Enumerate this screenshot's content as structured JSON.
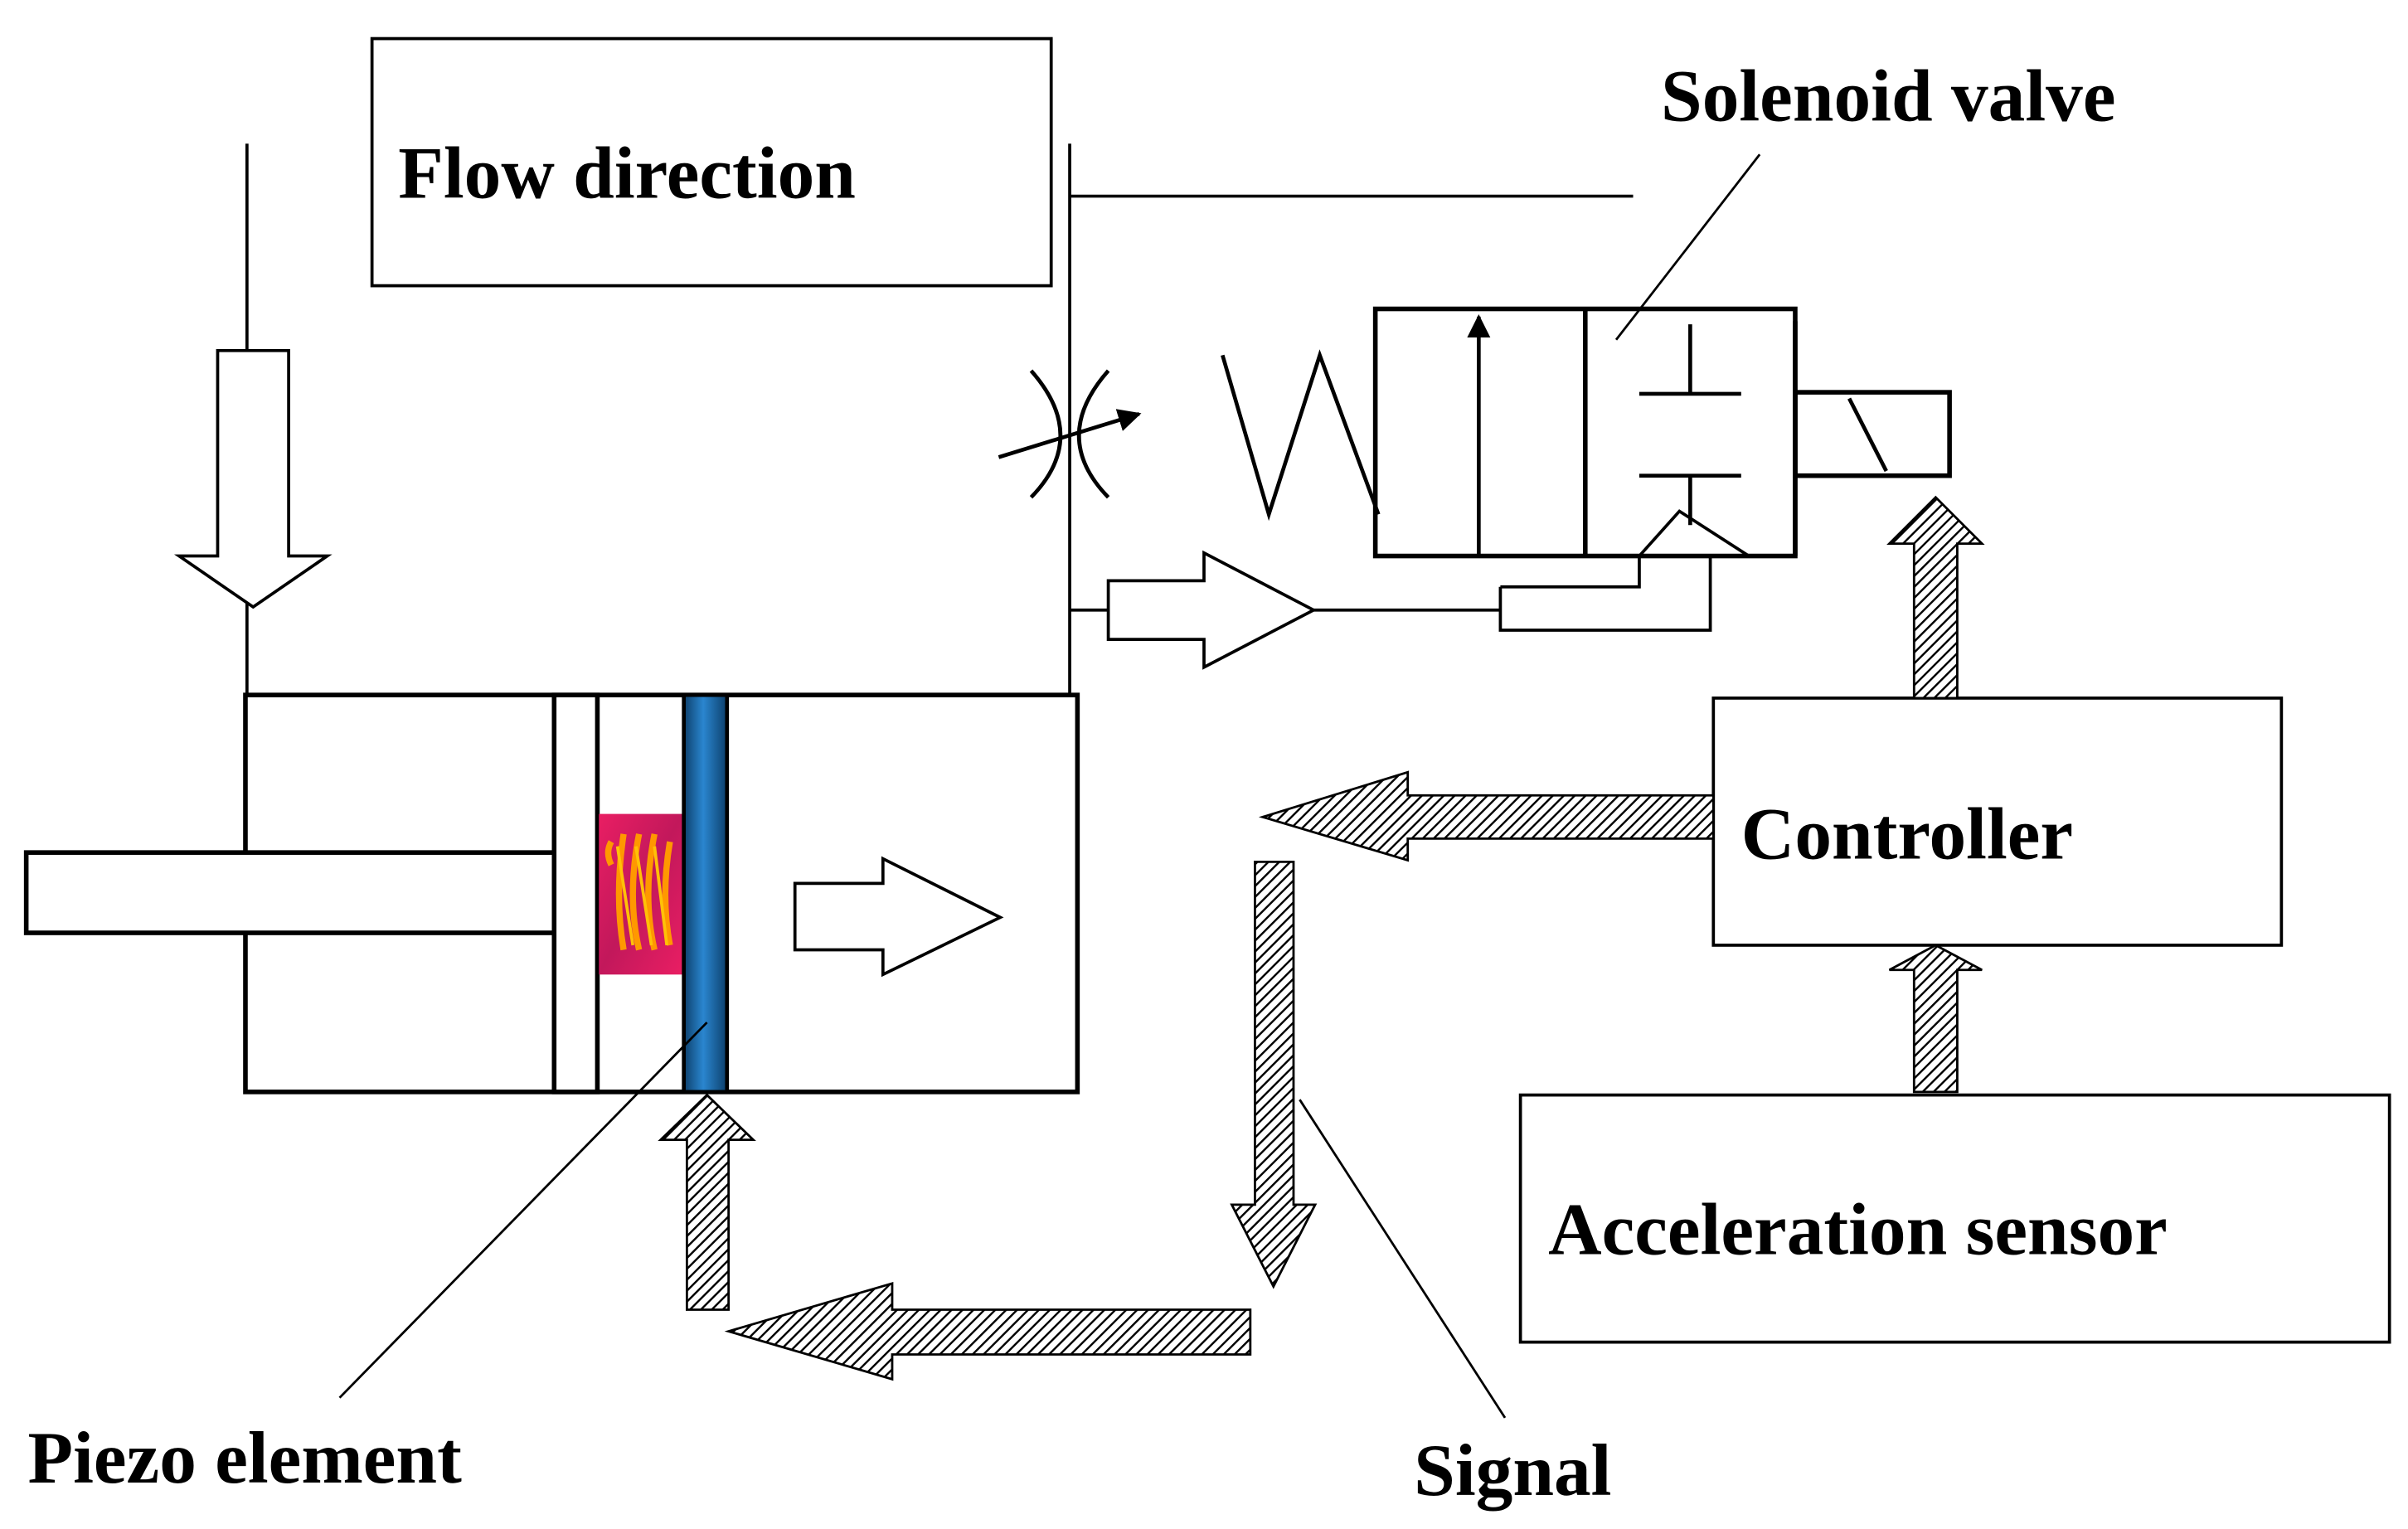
{
  "labels": {
    "flow_direction": "Flow direction",
    "solenoid_valve": "Solenoid valve",
    "controller": "Controller",
    "acceleration_sensor": "Acceleration sensor",
    "piezo_element": "Piezo element",
    "signal": "Signal"
  },
  "colors": {
    "line": "#000000",
    "background": "#ffffff",
    "piezo_blue": "#1f6fb2",
    "piezo_blue_dark": "#0d3f6b",
    "spring_magenta": "#d81b60",
    "spring_orange": "#ff9800"
  }
}
